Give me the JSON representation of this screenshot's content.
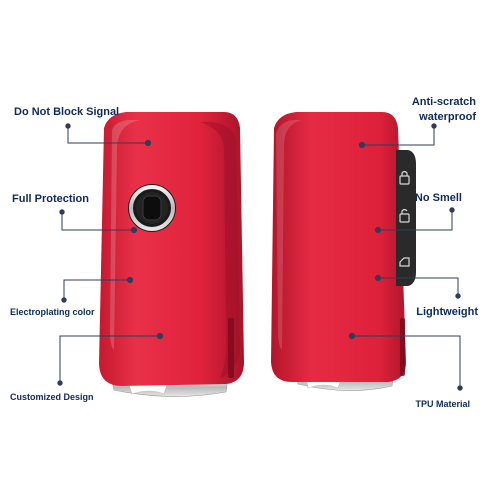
{
  "features": {
    "do_not_block_signal": "Do Not Block Signal",
    "full_protection": "Full Protection",
    "electroplating_color": "Electroplating color",
    "customized_design": "Customized Design",
    "anti_scratch_line1": "Anti-scratch",
    "anti_scratch_line2": "waterproof",
    "no_smell": "No Smell",
    "lightweight": "Lightweight",
    "tpu_material": "TPU Material"
  },
  "colors": {
    "case_red": "#e3253f",
    "case_dark": "#b5162c",
    "label_navy": "#0f2a5c",
    "leader_line": "#2e3d5c"
  },
  "icons": [
    "lock-icon",
    "unlock-icon",
    "trunk-icon"
  ]
}
